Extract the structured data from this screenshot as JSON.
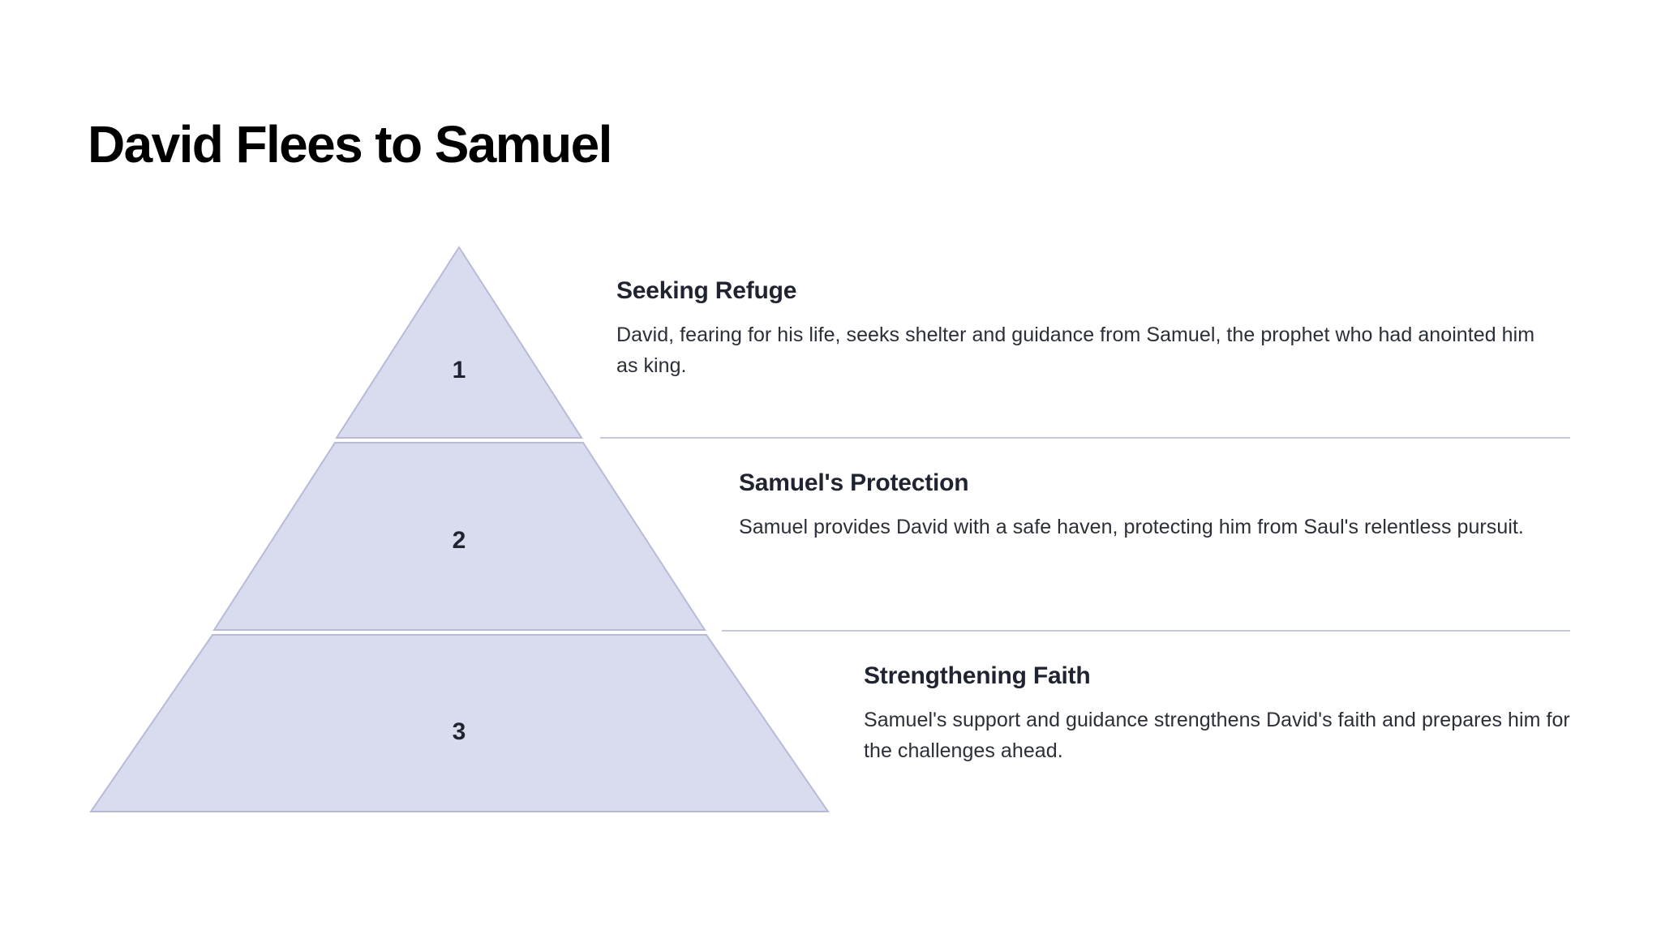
{
  "page": {
    "title": "David Flees to Samuel",
    "background_color": "#ffffff",
    "accent_color": "#d9dbef",
    "accent_border_color": "#b9bad8",
    "divider_color": "#c6c7e0",
    "text_color": "#1f2430"
  },
  "pyramid": {
    "shape": "pyramid-3-level",
    "levels": [
      {
        "number": "1"
      },
      {
        "number": "2"
      },
      {
        "number": "3"
      }
    ]
  },
  "blocks": [
    {
      "number": "1",
      "heading": "Seeking Refuge",
      "body": "David, fearing for his life, seeks shelter and guidance from Samuel, the prophet who had anointed him as king."
    },
    {
      "number": "2",
      "heading": "Samuel's Protection",
      "body": "Samuel provides David with a safe haven, protecting him from Saul's relentless pursuit."
    },
    {
      "number": "3",
      "heading": "Strengthening Faith",
      "body": "Samuel's support and guidance strengthens David's faith and prepares him for the challenges ahead."
    }
  ]
}
